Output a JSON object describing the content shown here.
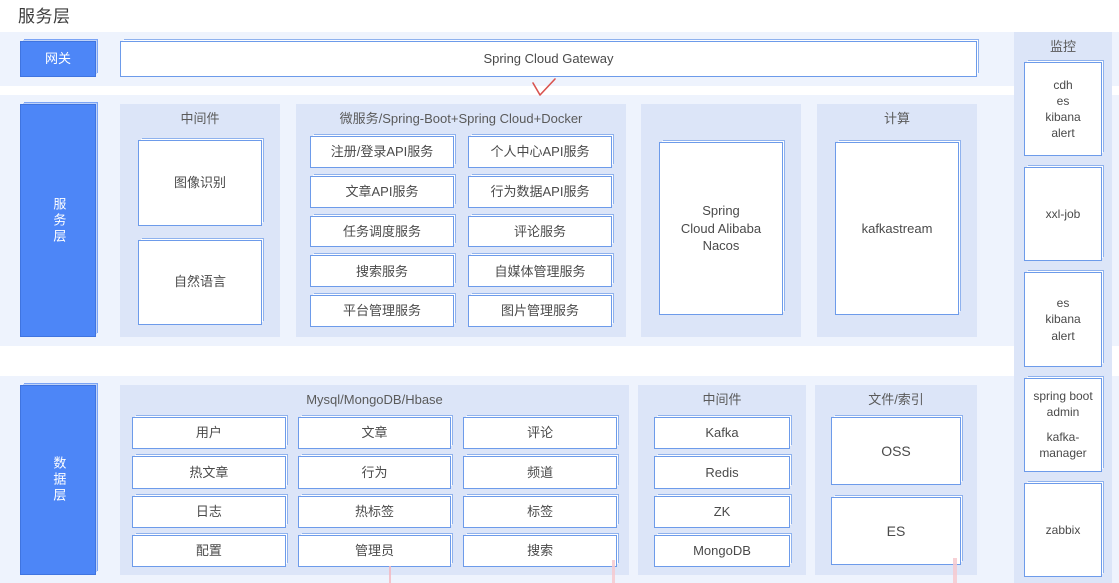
{
  "page": {
    "title": "服务层"
  },
  "colors": {
    "layer_label_blue": "#4d86f7",
    "panel_bg": "#dce5f8",
    "band_bg": "#eef3fd",
    "node_border": "#6d9bea",
    "annotation_red": "#d9534f",
    "annotation_pink": "#f6c9cf"
  },
  "layers": [
    {
      "key": "gateway",
      "label": "网关",
      "orientation": "horizontal"
    },
    {
      "key": "service",
      "label": "服务层",
      "orientation": "vertical"
    },
    {
      "key": "data",
      "label": "数据层",
      "orientation": "vertical"
    }
  ],
  "gateway": {
    "bar_label": "Spring Cloud Gateway",
    "annotation": "red-check-mark"
  },
  "service_layer": {
    "middleware": {
      "title": "中间件",
      "nodes": [
        "图像识别",
        "自然语言"
      ]
    },
    "microservices": {
      "title": "微服务/Spring-Boot+Spring Cloud+Docker",
      "nodes": [
        "注册/登录API服务",
        "个人中心API服务",
        "文章API服务",
        "行为数据API服务",
        "任务调度服务",
        "评论服务",
        "搜索服务",
        "自媒体管理服务",
        "平台管理服务",
        "图片管理服务"
      ]
    },
    "registry": {
      "title": "",
      "node": "Spring\nCloud Alibaba\nNacos",
      "node_lines": [
        "Spring",
        "Cloud Alibaba",
        "Nacos"
      ]
    },
    "compute": {
      "title": "计算",
      "nodes": [
        "kafkastream"
      ]
    }
  },
  "data_layer": {
    "database": {
      "title": "Mysql/MongoDB/Hbase",
      "nodes": [
        "用户",
        "文章",
        "评论",
        "热文章",
        "行为",
        "频道",
        "日志",
        "热标签",
        "标签",
        "配置",
        "管理员",
        "搜索"
      ]
    },
    "middleware": {
      "title": "中间件",
      "nodes": [
        "Kafka",
        "Redis",
        "ZK",
        "MongoDB"
      ]
    },
    "file_index": {
      "title": "文件/索引",
      "nodes": [
        "OSS",
        "ES"
      ]
    }
  },
  "monitor": {
    "title": "监控",
    "nodes": [
      {
        "lines": [
          "cdh",
          "es",
          "kibana",
          "alert"
        ]
      },
      {
        "lines": [
          "xxl-job"
        ]
      },
      {
        "lines": [
          "es",
          "kibana",
          "alert"
        ]
      },
      {
        "lines": [
          "spring boot",
          "admin",
          "",
          "kafka-",
          "manager"
        ]
      },
      {
        "lines": [
          "zabbix"
        ]
      }
    ]
  }
}
